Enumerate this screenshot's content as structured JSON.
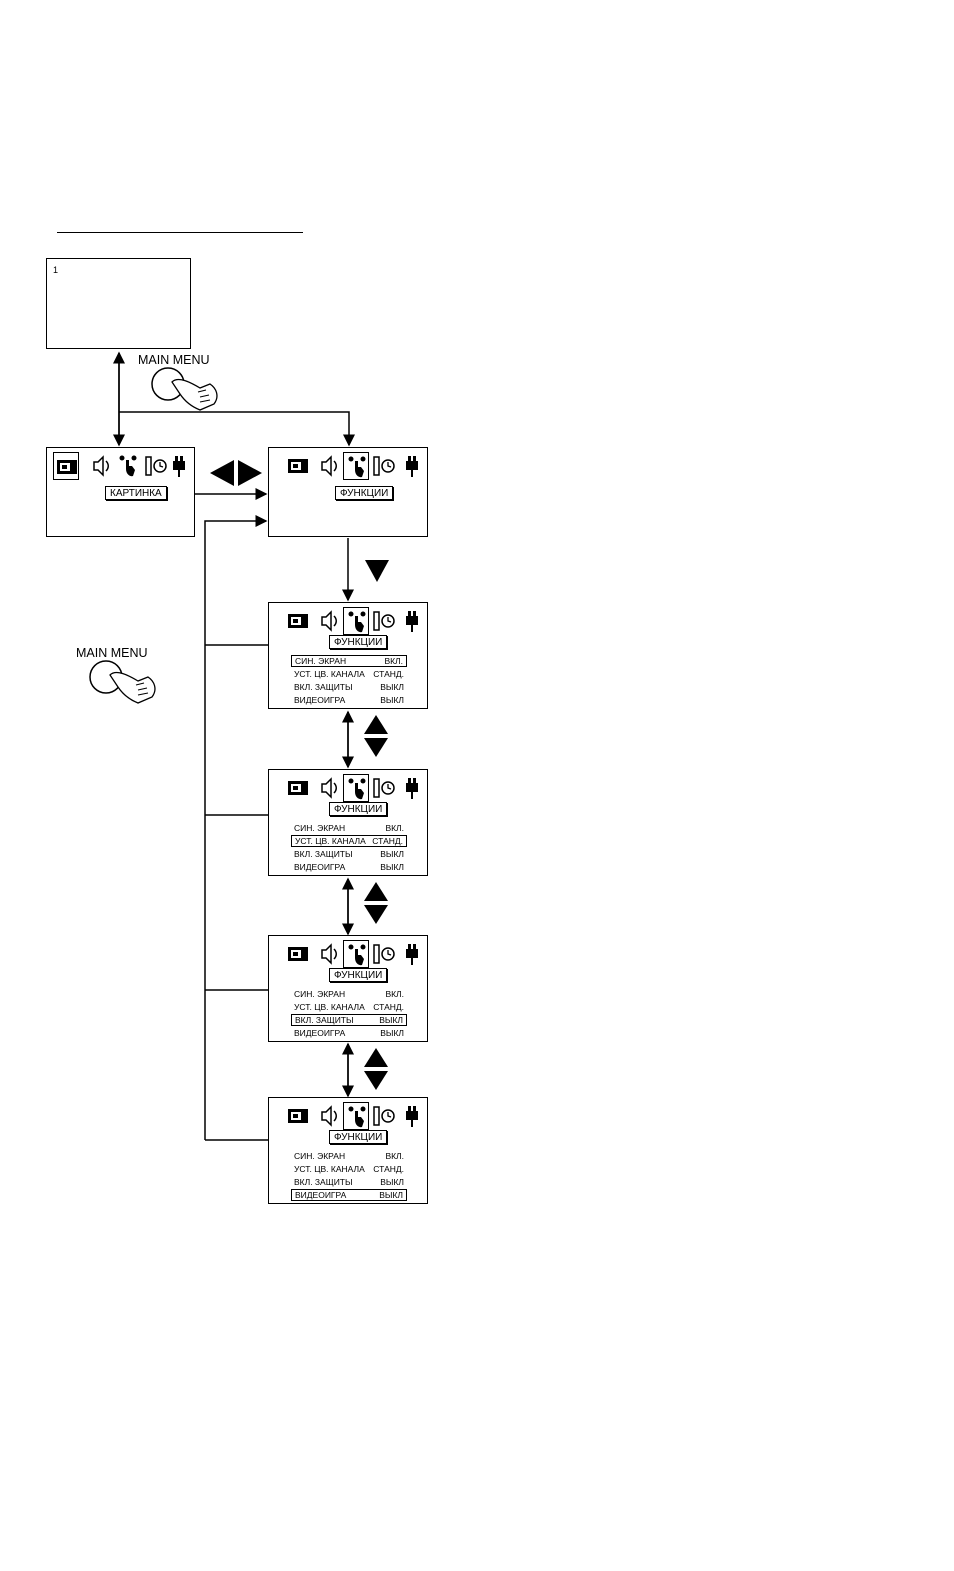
{
  "tv": {
    "channel": "1"
  },
  "button": {
    "label": "MAIN MENU"
  },
  "colors": {
    "ink": "#000000",
    "paper": "#ffffff"
  },
  "icons": [
    "picture-icon",
    "sound-icon",
    "functions-icon",
    "timer-icon",
    "plug-icon"
  ],
  "menus": {
    "picture_title": "КАРТИНКА",
    "functions_title": "ФУНКЦИИ"
  },
  "function_items": [
    {
      "key": "СИН. ЭКРАН",
      "value": "ВКЛ."
    },
    {
      "key": "УСТ. ЦВ. КАНАЛА",
      "value": "СТАНД."
    },
    {
      "key": "ВКЛ. ЗАЩИТЫ",
      "value": "ВЫКЛ"
    },
    {
      "key": "ВИДЕОИГРА",
      "value": "ВЫКЛ"
    }
  ]
}
